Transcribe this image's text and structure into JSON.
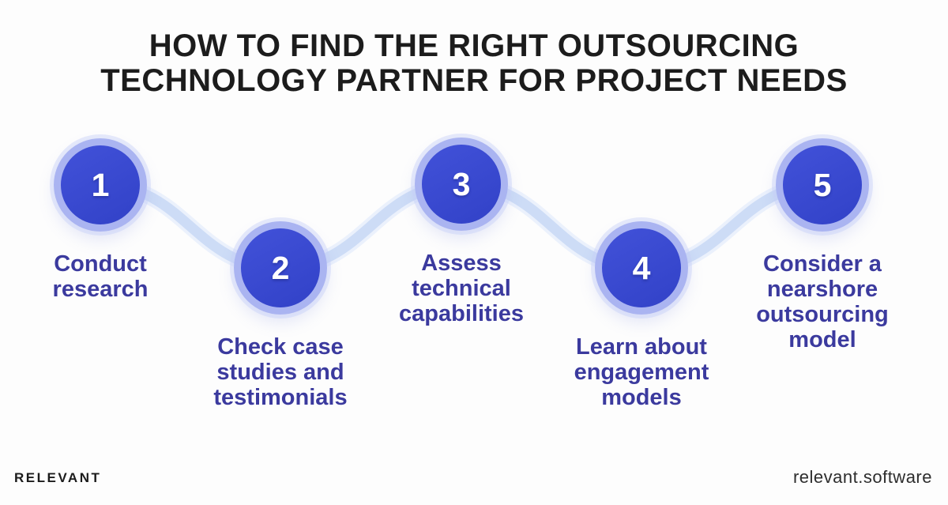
{
  "title": {
    "lines": [
      "HOW TO FIND THE RIGHT OUTSOURCING",
      "TECHNOLOGY PARTNER FOR PROJECT NEEDS"
    ]
  },
  "steps": [
    {
      "number": "1",
      "label": "Conduct\nresearch"
    },
    {
      "number": "2",
      "label": "Check case\nstudies and\ntestimonials"
    },
    {
      "number": "3",
      "label": "Assess\ntechnical\ncapabilities"
    },
    {
      "number": "4",
      "label": "Learn about\nengagement\nmodels"
    },
    {
      "number": "5",
      "label": "Consider a\nnearshore\noutsourcing\nmodel"
    }
  ],
  "footer": {
    "brand": "RELEVANT",
    "website": "relevant.software"
  },
  "colors": {
    "circle_fill": "#3a49d0",
    "circle_ring": "#aab4f1",
    "connector": "#cddcf6",
    "label_text": "#3b3a9e",
    "title_text": "#1c1c1c",
    "number_text": "#ffffff",
    "background": "#fdfdfd"
  }
}
